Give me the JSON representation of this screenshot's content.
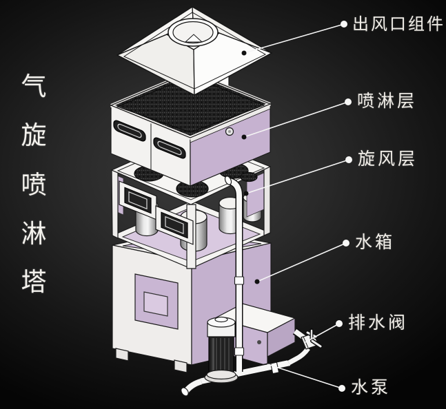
{
  "title": {
    "text": "气旋喷淋塔",
    "chars": [
      "气",
      "旋",
      "喷",
      "淋",
      "塔"
    ]
  },
  "labels": [
    {
      "id": "air-outlet-assembly",
      "text": "出风口组件"
    },
    {
      "id": "spray-layer",
      "text": "喷淋层"
    },
    {
      "id": "cyclone-layer",
      "text": "旋风层"
    },
    {
      "id": "water-tank",
      "text": "水箱"
    },
    {
      "id": "drain-valve",
      "text": "排水阀"
    },
    {
      "id": "water-pump",
      "text": "水泵"
    }
  ],
  "diagram": {
    "subject": "气旋喷淋塔 exploded technical illustration",
    "parts": [
      "出风口组件",
      "喷淋层",
      "旋风层",
      "水箱",
      "排水阀",
      "水泵"
    ]
  },
  "colors": {
    "background": "#161616",
    "text": "#f1eee8",
    "leader_line": "#f5f5f5",
    "panel_purple": "#c6b2d0",
    "drawing_white": "#f5f4f2",
    "outline": "#1a1a1a"
  }
}
